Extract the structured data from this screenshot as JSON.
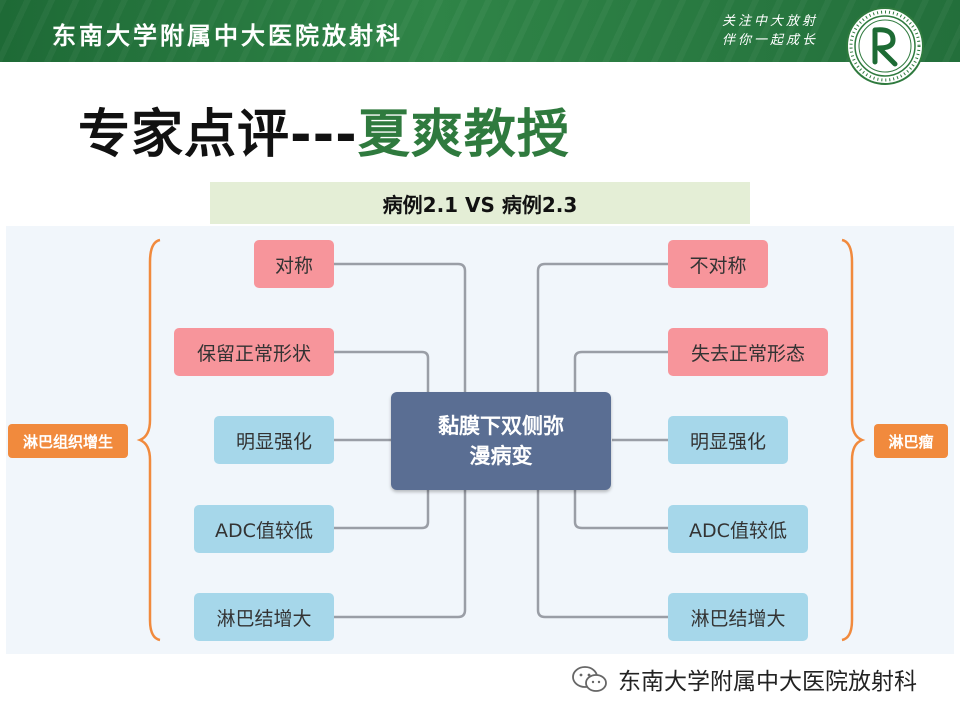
{
  "header": {
    "hospital_name": "东南大学附属中大医院放射科",
    "slogan_line1": "关注中大放射",
    "slogan_line2": "伴你一起成长",
    "logo_icon": "hospital-r-logo-icon"
  },
  "title": {
    "prefix": "专家点评---",
    "name": "夏爽教授"
  },
  "subtitle": "病例2.1 VS 病例2.3",
  "diagram": {
    "center_line1": "黏膜下双侧弥",
    "center_line2": "漫病变",
    "left_group_label": "淋巴组织增生",
    "right_group_label": "淋巴瘤",
    "left_items": [
      "对称",
      "保留正常形状",
      "明显强化",
      "ADC值较低",
      "淋巴结增大"
    ],
    "right_items": [
      "不对称",
      "失去正常形态",
      "明显强化",
      "ADC值较低",
      "淋巴结增大"
    ],
    "colors": {
      "pink": "#f7959b",
      "blue": "#a6d7ea",
      "center": "#5a6e93",
      "orange": "#f18a3d"
    }
  },
  "footer": {
    "wechat_icon": "wechat-icon",
    "account_name": "东南大学附属中大医院放射科"
  }
}
